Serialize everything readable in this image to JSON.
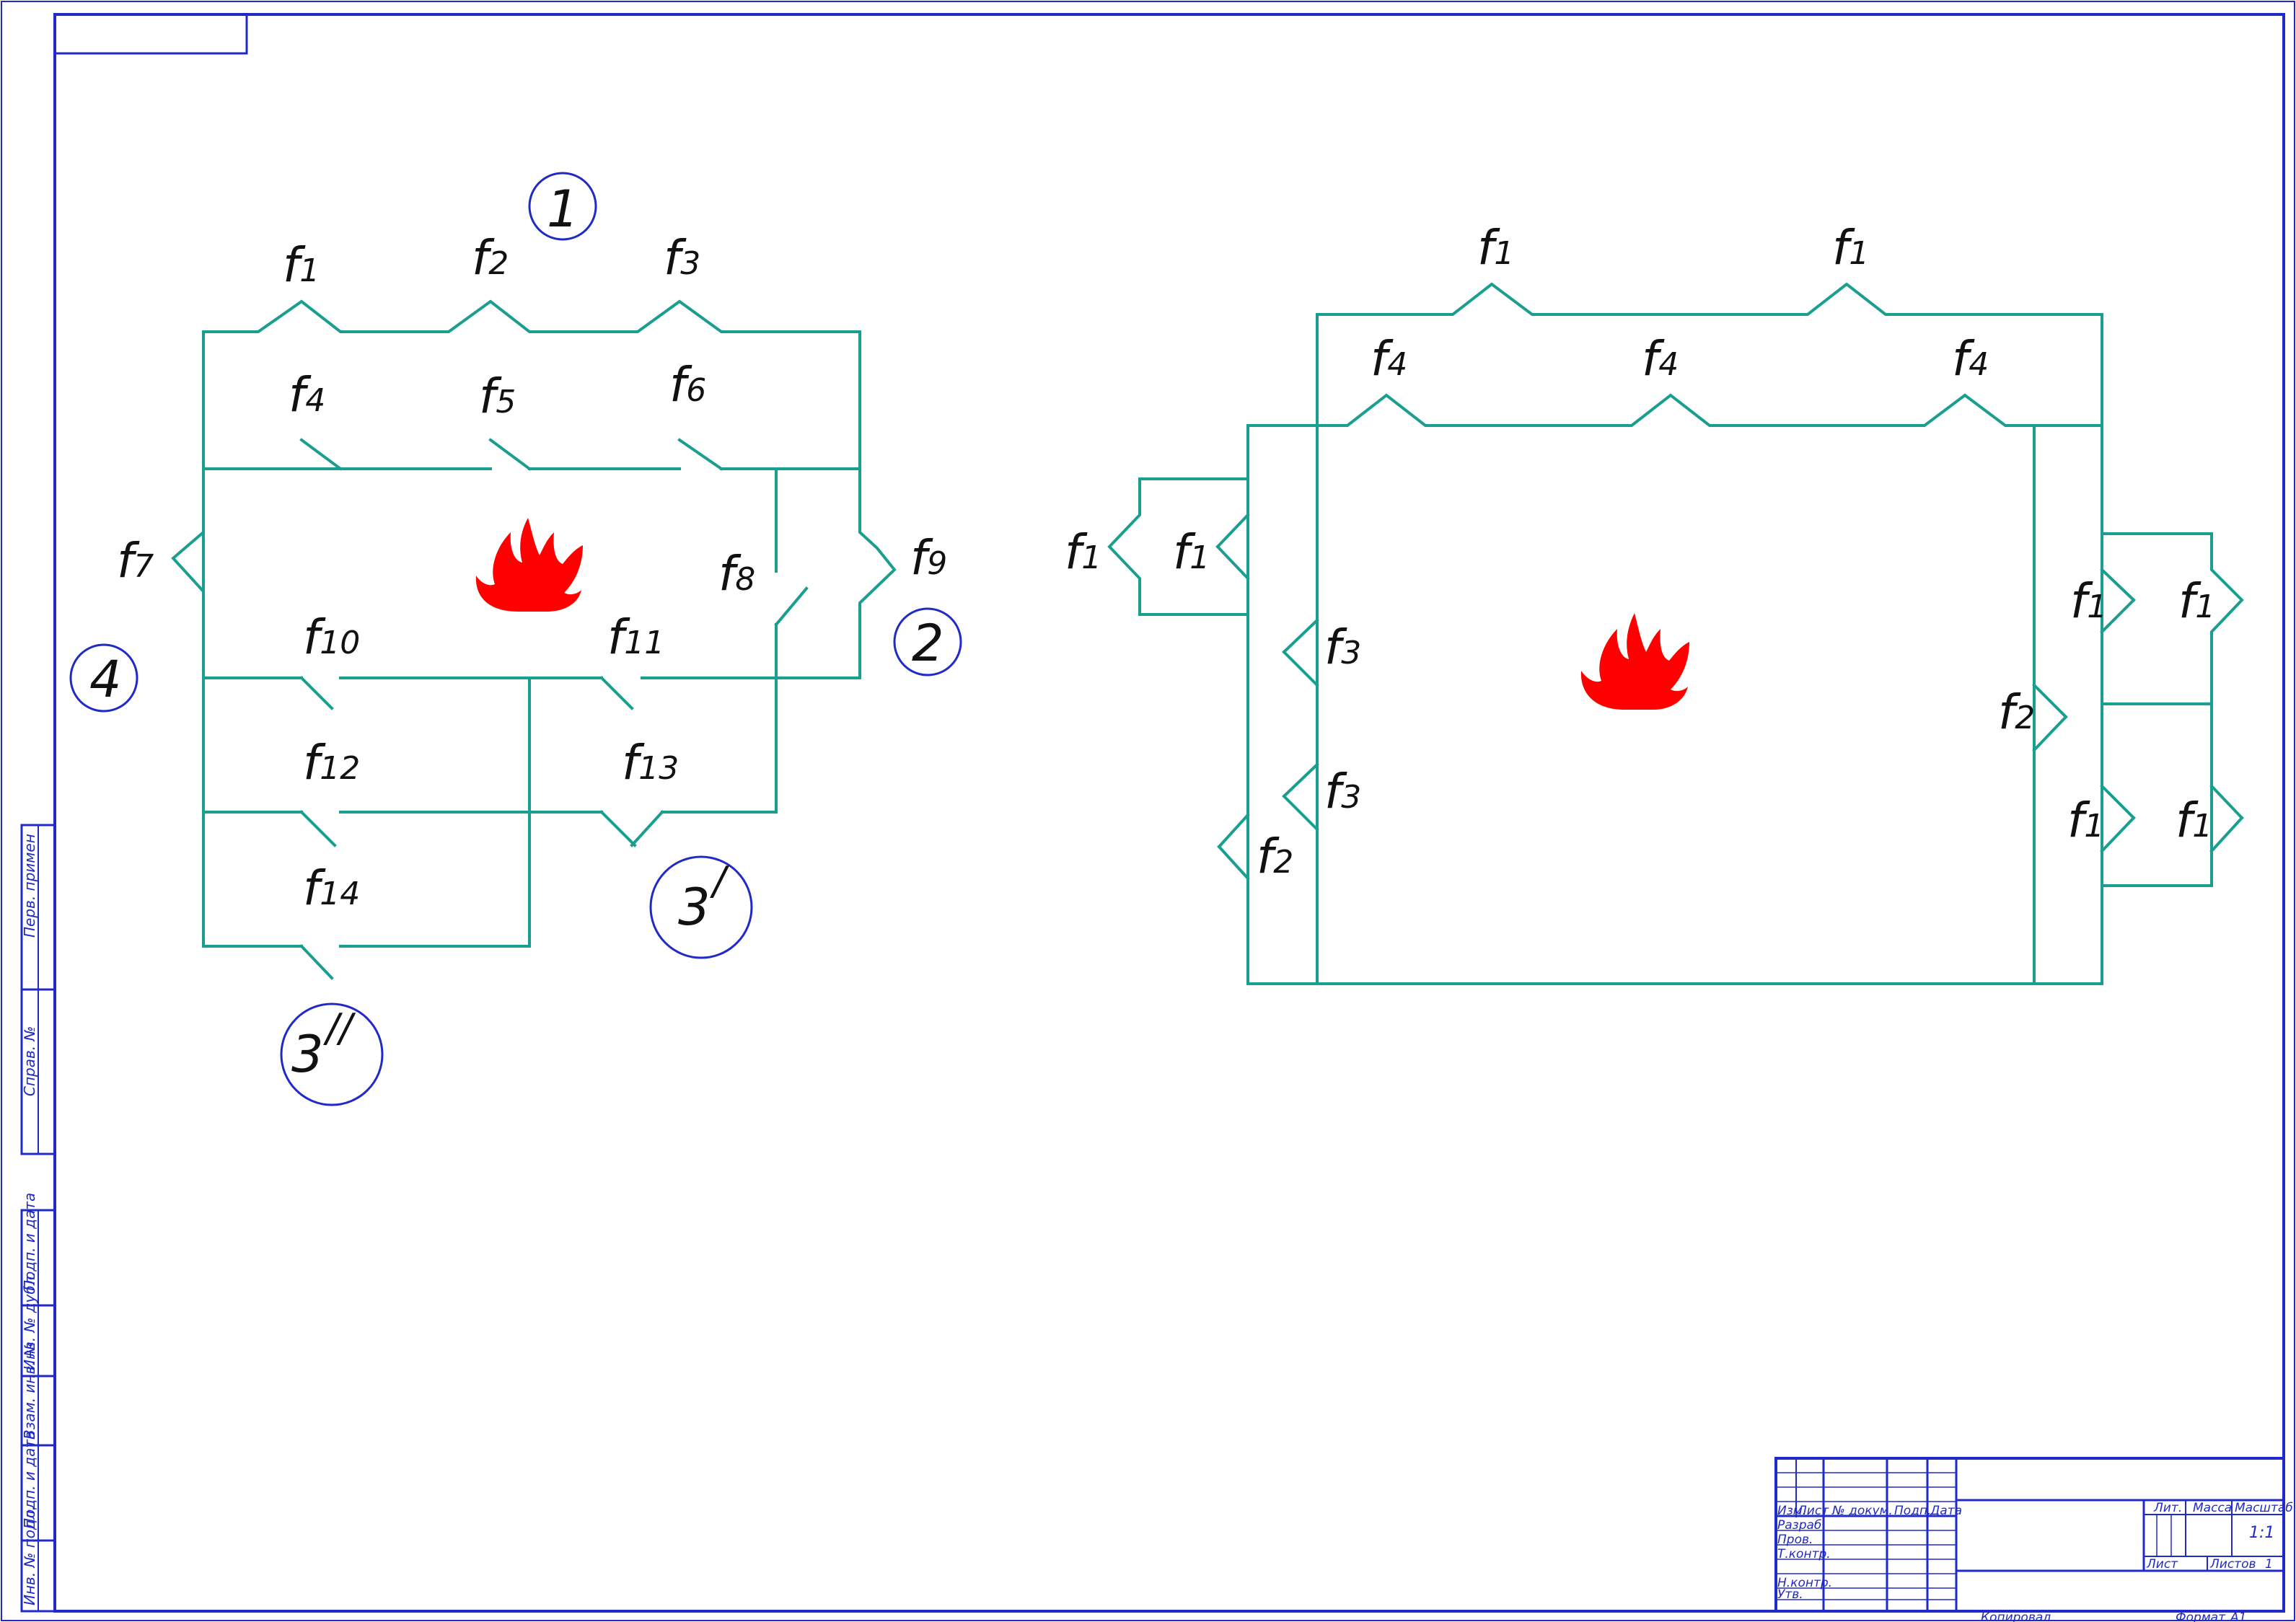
{
  "left_scheme": {
    "switch_labels": {
      "f1": {
        "base": "f",
        "sub": "1"
      },
      "f2": {
        "base": "f",
        "sub": "2"
      },
      "f3": {
        "base": "f",
        "sub": "3"
      },
      "f4": {
        "base": "f",
        "sub": "4"
      },
      "f5": {
        "base": "f",
        "sub": "5"
      },
      "f6": {
        "base": "f",
        "sub": "6"
      },
      "f7": {
        "base": "f",
        "sub": "7"
      },
      "f8": {
        "base": "f",
        "sub": "8"
      },
      "f9": {
        "base": "f",
        "sub": "9"
      },
      "f10": {
        "base": "f",
        "sub": "10"
      },
      "f11": {
        "base": "f",
        "sub": "11"
      },
      "f12": {
        "base": "f",
        "sub": "12"
      },
      "f13": {
        "base": "f",
        "sub": "13"
      },
      "f14": {
        "base": "f",
        "sub": "14"
      }
    },
    "nodes": {
      "n1": "1",
      "n2": "2",
      "n4": "4",
      "n3a": "3",
      "n3a_mark": "/",
      "n3b": "3",
      "n3b_mark": "//"
    }
  },
  "right_scheme": {
    "labels": {
      "top1": {
        "base": "f",
        "sub": "1"
      },
      "top2": {
        "base": "f",
        "sub": "1"
      },
      "mid1": {
        "base": "f",
        "sub": "4"
      },
      "mid2": {
        "base": "f",
        "sub": "4"
      },
      "mid3": {
        "base": "f",
        "sub": "4"
      },
      "left1": {
        "base": "f",
        "sub": "1"
      },
      "left2": {
        "base": "f",
        "sub": "1"
      },
      "v3a": {
        "base": "f",
        "sub": "3"
      },
      "v3b": {
        "base": "f",
        "sub": "3"
      },
      "v2l": {
        "base": "f",
        "sub": "2"
      },
      "v2r": {
        "base": "f",
        "sub": "2"
      },
      "r1": {
        "base": "f",
        "sub": "1"
      },
      "r2": {
        "base": "f",
        "sub": "1"
      },
      "r3": {
        "base": "f",
        "sub": "1"
      },
      "r4": {
        "base": "f",
        "sub": "1"
      }
    }
  },
  "colors": {
    "frame": "#1f2ac8",
    "wire": "#1a9e8f",
    "fire": "#ff0000"
  },
  "fire_icon": "fire-icon",
  "side_stamp": {
    "f1": "Перв. примен",
    "f2": "Справ. №",
    "f3": "Подп. и дата",
    "f4": "Инв. № дубл.",
    "f5": "Взам. инв. №",
    "f6": "Подп. и дата",
    "f7": "Инв. № подл."
  },
  "title_block": {
    "izm": "Изм.",
    "list": "Лист",
    "ndoc": "№ докум.",
    "podp": "Подп.",
    "data": "Дата",
    "razrab": "Разраб.",
    "prov": "Пров.",
    "tkontr": "Т.контр.",
    "nkontr": "Н.контр.",
    "utv": "Утв.",
    "lit": "Лит.",
    "massa": "Масса",
    "masshtab": "Масштаб",
    "scale_value": "1:1",
    "sheet": "Лист",
    "sheets": "Листов",
    "sheets_value": "1",
    "kopiroval": "Копировал",
    "format": "Формат",
    "format_value": "A1"
  }
}
